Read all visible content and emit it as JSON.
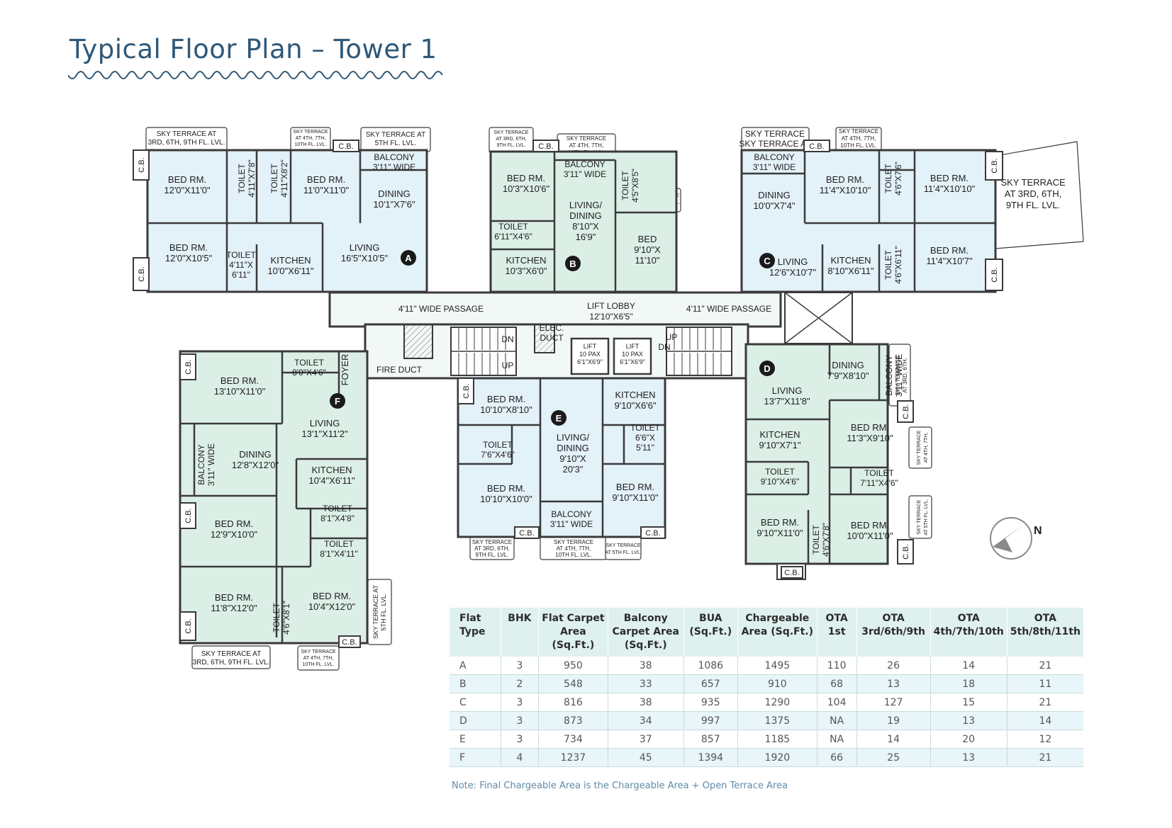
{
  "page": {
    "title": "Typical Floor Plan – Tower 1",
    "note": "Note: Final Chargeable Area is the Chargeable Area + Open Terrace Area"
  },
  "colors": {
    "title": "#2e5878",
    "wall": "#3a3a3a",
    "blue_flat": "#e3f1f8",
    "green_flat": "#dcefe6",
    "corridor": "#f2f8f6",
    "table_header": "#dff1ee",
    "table_stripe": "#e8f5f9",
    "note": "#5f8aa6"
  },
  "plan": {
    "flats": [
      {
        "id": "A",
        "color": "blue",
        "rooms": [
          {
            "name": "BED RM.",
            "dim": "12'0\"X11'0\""
          },
          {
            "name": "TOILET",
            "dim": "4'11\"X7'8\""
          },
          {
            "name": "TOILET",
            "dim": "4'11\"X8'2\""
          },
          {
            "name": "BED RM.",
            "dim": "11'0\"X11'0\""
          },
          {
            "name": "BALCONY",
            "dim": "3'11\" WIDE"
          },
          {
            "name": "DINING",
            "dim": "10'1\"X7'6\""
          },
          {
            "name": "BED RM.",
            "dim": "12'0\"X10'5\""
          },
          {
            "name": "TOILET",
            "dim": "4'11\"X 6'11\""
          },
          {
            "name": "KITCHEN",
            "dim": "10'0\"X6'11\""
          },
          {
            "name": "LIVING",
            "dim": "16'5\"X10'5\""
          }
        ]
      },
      {
        "id": "B",
        "color": "green",
        "rooms": [
          {
            "name": "BED RM.",
            "dim": "10'3\"X10'6\""
          },
          {
            "name": "BALCONY",
            "dim": "3'11\" WIDE"
          },
          {
            "name": "TOILET",
            "dim": "4'5\"X8'5\""
          },
          {
            "name": "LIVING/ DINING",
            "dim": "8'10\"X 16'9\""
          },
          {
            "name": "TOILET",
            "dim": "6'11\"X4'6\""
          },
          {
            "name": "BED",
            "dim": "9'10\"X 11'10\""
          },
          {
            "name": "KITCHEN",
            "dim": "10'3\"X6'0\""
          }
        ]
      },
      {
        "id": "C",
        "color": "blue",
        "rooms": [
          {
            "name": "BALCONY",
            "dim": "3'11\" WIDE"
          },
          {
            "name": "BED RM.",
            "dim": "11'4\"X10'10\""
          },
          {
            "name": "TOILET",
            "dim": "4'6\"X7'6\""
          },
          {
            "name": "BED RM.",
            "dim": "11'4\"X10'10\""
          },
          {
            "name": "DINING",
            "dim": "10'0\"X7'4\""
          },
          {
            "name": "LIVING",
            "dim": "12'6\"X10'7\""
          },
          {
            "name": "KITCHEN",
            "dim": "8'10\"X6'11\""
          },
          {
            "name": "TOILET",
            "dim": "4'6\"X6'11\""
          },
          {
            "name": "BED RM.",
            "dim": "11'4\"X10'7\""
          }
        ]
      },
      {
        "id": "D",
        "color": "green",
        "rooms": [
          {
            "name": "DINING",
            "dim": "7'9\"X8'10\""
          },
          {
            "name": "BALCONY",
            "dim": "3'11\" WIDE"
          },
          {
            "name": "LIVING",
            "dim": "13'7\"X11'8\""
          },
          {
            "name": "KITCHEN",
            "dim": "9'10\"X7'1\""
          },
          {
            "name": "BED RM.",
            "dim": "11'3\"X9'10\""
          },
          {
            "name": "TOILET",
            "dim": "9'10\"X4'6\""
          },
          {
            "name": "TOILET",
            "dim": "7'11\"X4'6\""
          },
          {
            "name": "BED RM.",
            "dim": "9'10\"X11'0\""
          },
          {
            "name": "TOILET",
            "dim": "4'6\"X7'8\""
          },
          {
            "name": "BED RM.",
            "dim": "10'0\"X11'0\""
          }
        ]
      },
      {
        "id": "E",
        "color": "blue",
        "rooms": [
          {
            "name": "BED RM.",
            "dim": "10'10\"X8'10\""
          },
          {
            "name": "KITCHEN",
            "dim": "9'10\"X6'6\""
          },
          {
            "name": "TOILET",
            "dim": "6'6\"X 5'11\""
          },
          {
            "name": "TOILET",
            "dim": "7'6\"X4'6\""
          },
          {
            "name": "LIVING/ DINING",
            "dim": "9'10\"X 20'3\""
          },
          {
            "name": "BED RM.",
            "dim": "10'10\"X10'0\""
          },
          {
            "name": "BED RM.",
            "dim": "9'10\"X11'0\""
          },
          {
            "name": "BALCONY",
            "dim": "3'11\" WIDE"
          }
        ]
      },
      {
        "id": "F",
        "color": "green",
        "rooms": [
          {
            "name": "BED RM.",
            "dim": "13'10\"X11'0\""
          },
          {
            "name": "TOILET",
            "dim": "8'0\"X4'6\""
          },
          {
            "name": "FOYER",
            "dim": ""
          },
          {
            "name": "LIVING",
            "dim": "13'1\"X11'2\""
          },
          {
            "name": "BALCONY",
            "dim": "3'11\" WIDE"
          },
          {
            "name": "DINING",
            "dim": "12'8\"X12'0\""
          },
          {
            "name": "KITCHEN",
            "dim": "10'4\"X6'11\""
          },
          {
            "name": "BED RM.",
            "dim": "12'9\"X10'0\""
          },
          {
            "name": "TOILET",
            "dim": "8'1\"X4'8\""
          },
          {
            "name": "TOILET",
            "dim": "8'1\"X4'11\""
          },
          {
            "name": "BED RM.",
            "dim": "11'8\"X12'0\""
          },
          {
            "name": "TOILET",
            "dim": "4'6\"X8'1\""
          },
          {
            "name": "BED RM.",
            "dim": "10'4\"X12'0\""
          }
        ]
      }
    ],
    "core": {
      "passage_left": "4'11\" WIDE PASSAGE",
      "passage_right": "4'11\" WIDE PASSAGE",
      "lift_lobby": "LIFT LOBBY",
      "lift_lobby_dim": "12'10\"X6'5\"",
      "lift": "LIFT",
      "lift_pax": "10 PAX",
      "lift_dim": "6'1\"X6'9\"",
      "elec_duct_1": "ELEC.",
      "elec_duct_2": "DUCT",
      "fire_duct": "FIRE DUCT",
      "dn": "DN",
      "up": "UP"
    },
    "terraces": {
      "t_369_l1": "SKY TERRACE AT",
      "t_369_l2": "3RD, 6TH, 9TH FL. LVL.",
      "t_4710_l1": "SKY TERRACE",
      "t_4710_l2": "AT 4TH, 7TH,",
      "t_4710_l3": "10TH FL. LVL.",
      "t_5_l1": "SKY TERRACE AT",
      "t_5_l2": "5TH FL. LVL.",
      "t_c_big_l1": "SKY TERRACE",
      "t_c_big_l2": "AT 3RD, 6TH,",
      "t_c_big_l3": "9TH FL. LVL.",
      "t_c5_l1": "SKY TERRACE",
      "t_c5_l2": "AT 5TH FL. LVL."
    },
    "cb": "C.B.",
    "north": "N"
  },
  "table": {
    "headers": [
      "Flat Type",
      "BHK",
      "Flat Carpet Area (Sq.Ft.)",
      "Balcony Carpet Area (Sq.Ft.)",
      "BUA (Sq.Ft.)",
      "Chargeable Area (Sq.Ft.)",
      "OTA 1st",
      "OTA 3rd/6th/9th",
      "OTA 4th/7th/10th",
      "OTA 5th/8th/11th"
    ],
    "rows": [
      [
        "A",
        "3",
        "950",
        "38",
        "1086",
        "1495",
        "110",
        "26",
        "14",
        "21"
      ],
      [
        "B",
        "2",
        "548",
        "33",
        "657",
        "910",
        "68",
        "13",
        "18",
        "11"
      ],
      [
        "C",
        "3",
        "816",
        "38",
        "935",
        "1290",
        "104",
        "127",
        "15",
        "21"
      ],
      [
        "D",
        "3",
        "873",
        "34",
        "997",
        "1375",
        "NA",
        "19",
        "13",
        "14"
      ],
      [
        "E",
        "3",
        "734",
        "37",
        "857",
        "1185",
        "NA",
        "14",
        "20",
        "12"
      ],
      [
        "F",
        "4",
        "1237",
        "45",
        "1394",
        "1920",
        "66",
        "25",
        "13",
        "21"
      ]
    ]
  }
}
